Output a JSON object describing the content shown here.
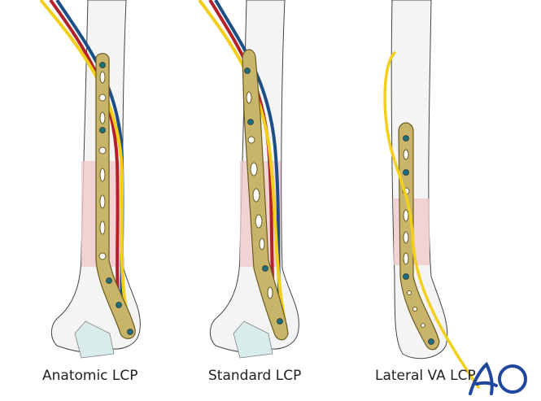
{
  "labels": {
    "anatomic": "Anatomic LCP",
    "standard": "Standard LCP",
    "lateral": "Lateral VA LCP"
  },
  "logo": "AO",
  "colors": {
    "plate": "#c9b56a",
    "plate_outline": "#6b5a20",
    "nerve_yellow": "#f2cf1a",
    "artery_red": "#b3202a",
    "vein_blue": "#1d4f86",
    "zone_pink": "#f3c9cc",
    "logo_blue": "#1f47a0"
  }
}
